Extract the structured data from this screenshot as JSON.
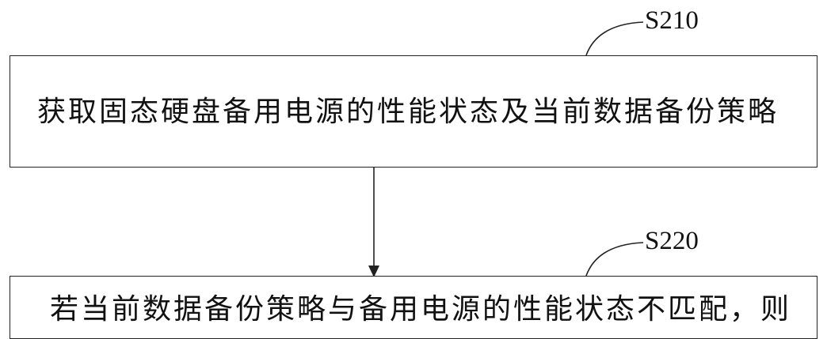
{
  "steps": [
    {
      "label": "S210",
      "text": "获取固态硬盘备用电源的性能状态及当前数据备份策略"
    },
    {
      "label": "S220",
      "text": "若当前数据备份策略与备用电源的性能状态不匹配，则"
    }
  ],
  "colors": {
    "stroke": "#222222",
    "text": "#111111",
    "background": "#ffffff"
  }
}
